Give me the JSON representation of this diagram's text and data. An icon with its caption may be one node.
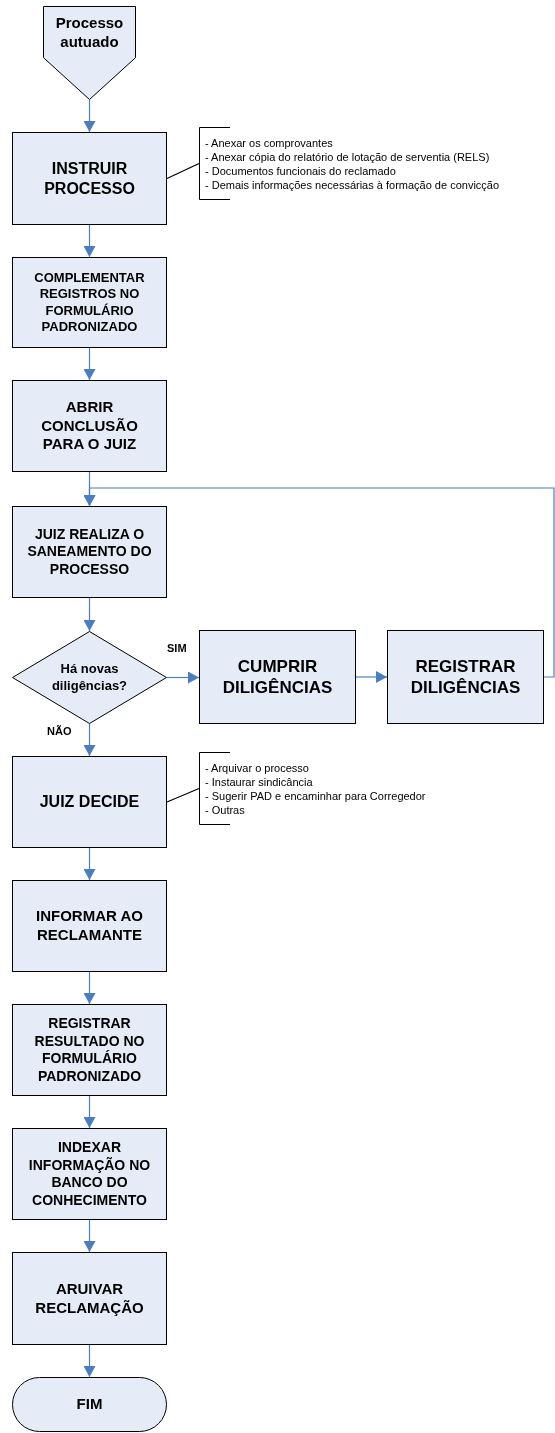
{
  "diagram": {
    "nodes": [
      {
        "text": [
          "Processo autuado"
        ]
      },
      {
        "text": [
          "INSTRUIR PROCESSO"
        ]
      },
      {
        "text": [
          "- Anexar os comprovantes",
          "- Anexar cópia do relatório de lotação de serventia  (RELS)",
          "- Documentos funcionais do reclamado",
          "- Demais informações necessárias à formação de convicção"
        ]
      },
      {
        "text": [
          "COMPLEMENTAR REGISTROS NO FORMULÁRIO PADRONIZADO"
        ]
      },
      {
        "text": [
          "ABRIR CONCLUSÃO PARA O JUIZ"
        ]
      },
      {
        "text": [
          "JUIZ REALIZA O SANEAMENTO DO PROCESSO"
        ]
      },
      {
        "text": [
          "Há novas diligências?"
        ]
      },
      {
        "text": [
          "CUMPRIR DILIGÊNCIAS"
        ]
      },
      {
        "text": [
          "REGISTRAR DILIGÊNCIAS"
        ]
      },
      {
        "text": [
          "JUIZ DECIDE"
        ]
      },
      {
        "text": [
          "- Arquivar o processo",
          "- Instaurar sindicância",
          "- Sugerir PAD e encaminhar para Corregedor",
          "- Outras"
        ]
      },
      {
        "text": [
          "INFORMAR AO RECLAMANTE"
        ]
      },
      {
        "text": [
          "REGISTRAR RESULTADO NO FORMULÁRIO PADRONIZADO"
        ]
      },
      {
        "text": [
          "INDEXAR INFORMAÇÃO NO BANCO DO CONHECIMENTO"
        ]
      },
      {
        "text": [
          "ARUIVAR RECLAMAÇÃO"
        ]
      },
      {
        "text": [
          "FIM"
        ]
      }
    ],
    "edges": [
      {
        "from": 0,
        "to": 1,
        "arrow": "to"
      },
      {
        "from": 1,
        "to": 2,
        "arrow": "none",
        "color": "#000000"
      },
      {
        "from": 1,
        "to": 3,
        "arrow": "to"
      },
      {
        "from": 3,
        "to": 4,
        "arrow": "to"
      },
      {
        "from": 4,
        "to": 5,
        "arrow": "to"
      },
      {
        "from": 5,
        "to": 6,
        "arrow": "to"
      },
      {
        "from": 6,
        "to": 7,
        "arrow": "to",
        "label": "SIM"
      },
      {
        "from": 7,
        "to": 8,
        "arrow": "to"
      },
      {
        "from": 8,
        "to": 5,
        "arrow": "to"
      },
      {
        "from": 6,
        "to": 9,
        "arrow": "to",
        "label": "NÃO"
      },
      {
        "from": 9,
        "to": 10,
        "arrow": "none",
        "color": "#000000"
      },
      {
        "from": 9,
        "to": 11,
        "arrow": "to"
      },
      {
        "from": 11,
        "to": 12,
        "arrow": "to"
      },
      {
        "from": 12,
        "to": 13,
        "arrow": "to"
      },
      {
        "from": 13,
        "to": 14,
        "arrow": "to"
      },
      {
        "from": 14,
        "to": 15,
        "arrow": "to"
      }
    ]
  }
}
